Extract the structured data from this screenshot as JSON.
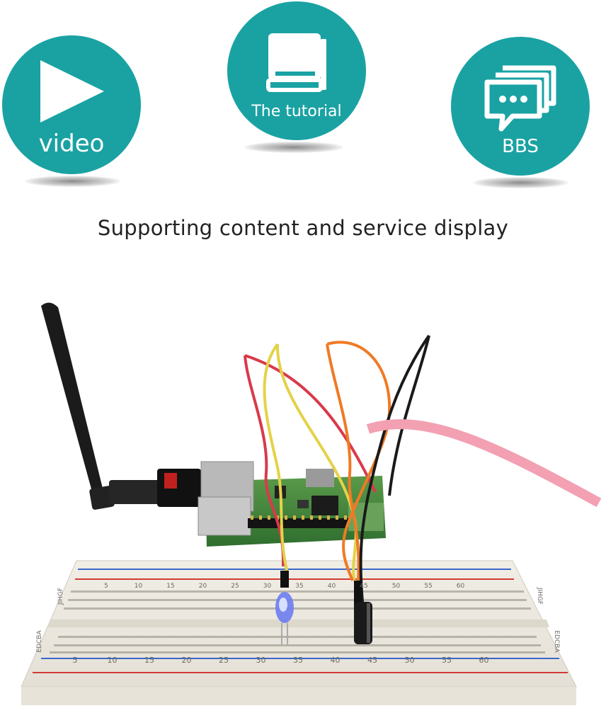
{
  "colors": {
    "teal": "#1aa2a3",
    "heading": "#222222"
  },
  "icons": [
    {
      "name": "play-icon",
      "label": "video"
    },
    {
      "name": "book-icon",
      "label": "The tutorial"
    },
    {
      "name": "chat-bubbles-icon",
      "label": "BBS"
    }
  ],
  "heading": "Supporting content and service display",
  "photo": {
    "breadboard_top_numbers": [
      "5",
      "10",
      "15",
      "20",
      "25",
      "30",
      "35",
      "40",
      "45",
      "50",
      "55",
      "60"
    ],
    "breadboard_bottom_numbers": [
      "5",
      "10",
      "15",
      "20",
      "25",
      "30",
      "35",
      "40",
      "45",
      "50",
      "55",
      "60"
    ],
    "breadboard_row_letters_right": "JIHGF",
    "breadboard_row_letters_right_bottom": "EDCBA",
    "breadboard_row_letters_left": "JIHGF",
    "breadboard_row_letters_left_bottom": "EDCBA"
  }
}
